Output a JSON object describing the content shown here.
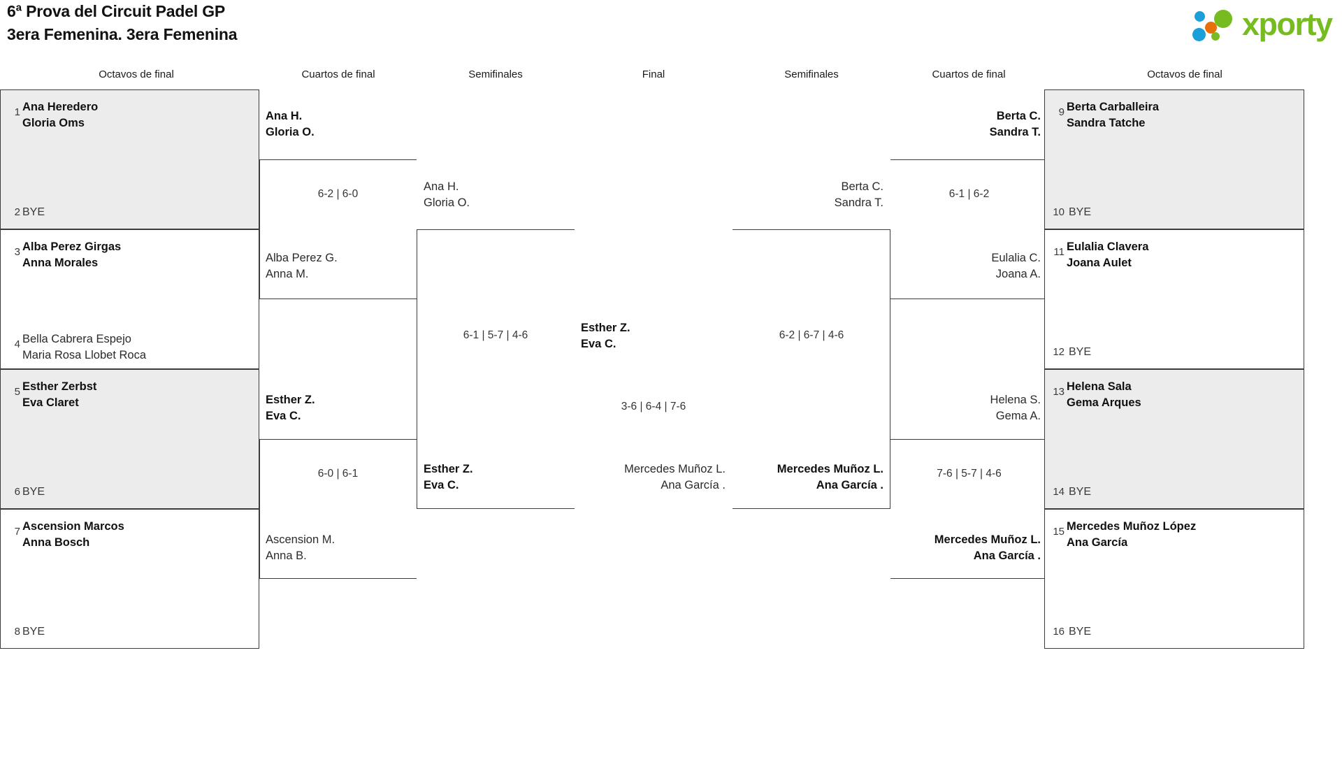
{
  "header": {
    "title_line1": "6ª Prova del Circuit Padel GP",
    "title_line2": "3era Femenina. 3era Femenina",
    "logo_text": "xporty",
    "logo_colors": {
      "word": "#76bc21",
      "dot_blue": "#1b9fd8",
      "dot_orange": "#e8700a",
      "dot_green": "#76bc21"
    }
  },
  "round_headers": [
    {
      "label": "Octavos de final"
    },
    {
      "label": "Cuartos de final"
    },
    {
      "label": "Semifinales"
    },
    {
      "label": "Final"
    },
    {
      "label": "Semifinales"
    },
    {
      "label": "Cuartos de final"
    },
    {
      "label": "Octavos de final"
    }
  ],
  "colors": {
    "shaded_slot": "#ececec",
    "border": "#3c3c3c",
    "text": "#111111"
  },
  "bracket": {
    "left_octavos": [
      {
        "seed": "1",
        "line1": "Ana Heredero",
        "line2": "Gloria Oms",
        "winner": true,
        "bye": "",
        "shaded": true
      },
      {
        "seed": "2",
        "line1": "",
        "line2": "",
        "winner": false,
        "bye": "BYE",
        "shaded": true
      },
      {
        "seed": "3",
        "line1": "Alba Perez Girgas",
        "line2": "Anna Morales",
        "winner": true,
        "bye": "",
        "shaded": false
      },
      {
        "seed": "4",
        "line1": "Bella Cabrera Espejo",
        "line2": "Maria Rosa Llobet Roca",
        "winner": false,
        "bye": "",
        "shaded": false
      },
      {
        "seed": "5",
        "line1": "Esther Zerbst",
        "line2": "Eva Claret",
        "winner": true,
        "bye": "",
        "shaded": true
      },
      {
        "seed": "6",
        "line1": "",
        "line2": "",
        "winner": false,
        "bye": "BYE",
        "shaded": true
      },
      {
        "seed": "7",
        "line1": "Ascension Marcos",
        "line2": "Anna Bosch",
        "winner": true,
        "bye": "",
        "shaded": false
      },
      {
        "seed": "8",
        "line1": "",
        "line2": "",
        "winner": false,
        "bye": "BYE",
        "shaded": false
      }
    ],
    "right_octavos": [
      {
        "seed": "9",
        "line1": "Berta Carballeira",
        "line2": "Sandra Tatche",
        "winner": true,
        "bye": "",
        "shaded": true
      },
      {
        "seed": "10",
        "line1": "",
        "line2": "",
        "winner": false,
        "bye": "BYE",
        "shaded": true
      },
      {
        "seed": "11",
        "line1": "Eulalia Clavera",
        "line2": "Joana Aulet",
        "winner": true,
        "bye": "",
        "shaded": false
      },
      {
        "seed": "12",
        "line1": "",
        "line2": "",
        "winner": false,
        "bye": "BYE",
        "shaded": false
      },
      {
        "seed": "13",
        "line1": "Helena Sala",
        "line2": "Gema Arques",
        "winner": true,
        "bye": "",
        "shaded": true
      },
      {
        "seed": "14",
        "line1": "",
        "line2": "",
        "winner": false,
        "bye": "BYE",
        "shaded": true
      },
      {
        "seed": "15",
        "line1": "Mercedes Muñoz López",
        "line2": "Ana García",
        "winner": true,
        "bye": "",
        "shaded": false
      },
      {
        "seed": "16",
        "line1": "",
        "line2": "",
        "winner": false,
        "bye": "BYE",
        "shaded": false
      }
    ],
    "left_cuartos": [
      {
        "top_l1": "Ana H.",
        "top_l2": "Gloria O.",
        "top_winner": true,
        "bot_l1": "Alba Perez G.",
        "bot_l2": "Anna M.",
        "bot_winner": false,
        "score": "6-2 | 6-0"
      },
      {
        "top_l1": "Esther Z.",
        "top_l2": "Eva C.",
        "top_winner": true,
        "bot_l1": "Ascension M.",
        "bot_l2": "Anna B.",
        "bot_winner": false,
        "score": "6-0 | 6-1"
      }
    ],
    "right_cuartos": [
      {
        "top_l1": "Berta C.",
        "top_l2": "Sandra T.",
        "top_winner": true,
        "bot_l1": "Eulalia C.",
        "bot_l2": "Joana A.",
        "bot_winner": false,
        "score": "6-1 | 6-2"
      },
      {
        "top_l1": "Helena S.",
        "top_l2": "Gema A.",
        "top_winner": false,
        "bot_l1": "Mercedes Muñoz L.",
        "bot_l2": "Ana García .",
        "bot_winner": true,
        "score": "7-6 | 5-7 | 4-6"
      }
    ],
    "left_semis": {
      "top_l1": "Ana H.",
      "top_l2": "Gloria O.",
      "top_winner": false,
      "bot_l1": "Esther Z.",
      "bot_l2": "Eva C.",
      "bot_winner": true,
      "score": "6-1 | 5-7 | 4-6"
    },
    "right_semis": {
      "top_l1": "Berta C.",
      "top_l2": "Sandra T.",
      "top_winner": false,
      "bot_l1": "Mercedes Muñoz L.",
      "bot_l2": "Ana García .",
      "bot_winner": true,
      "score": "6-2 | 6-7 | 4-6"
    },
    "final": {
      "top_l1": "Esther Z.",
      "top_l2": "Eva C.",
      "top_winner": true,
      "bot_l1": "Mercedes Muñoz L.",
      "bot_l2": "Ana García .",
      "bot_winner": false,
      "score": "3-6 | 6-4 | 7-6"
    }
  }
}
